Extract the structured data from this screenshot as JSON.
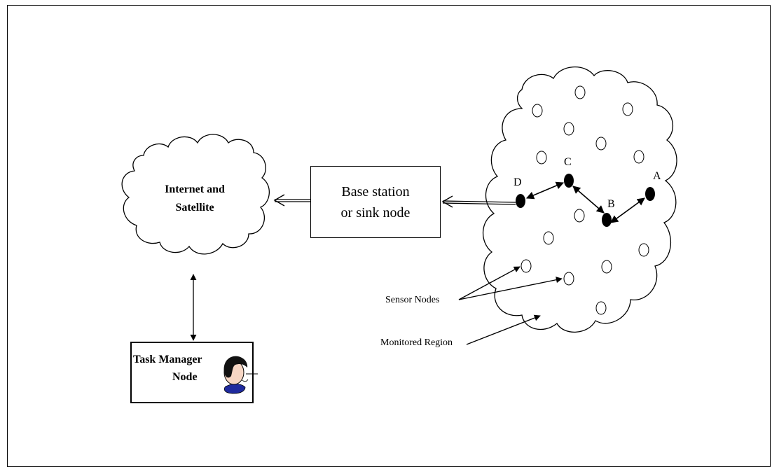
{
  "diagram": {
    "internet_cloud_label_line1": "Internet and",
    "internet_cloud_label_line2": "Satellite",
    "base_station_line1": "Base station",
    "base_station_line2": "or sink node",
    "task_manager_line1": "Task Manager",
    "task_manager_line2": "Node",
    "node_labels": {
      "A": "A",
      "B": "B",
      "C": "C",
      "D": "D"
    },
    "sensor_nodes_label": "Sensor Nodes",
    "monitored_region_label": "Monitored Region"
  }
}
